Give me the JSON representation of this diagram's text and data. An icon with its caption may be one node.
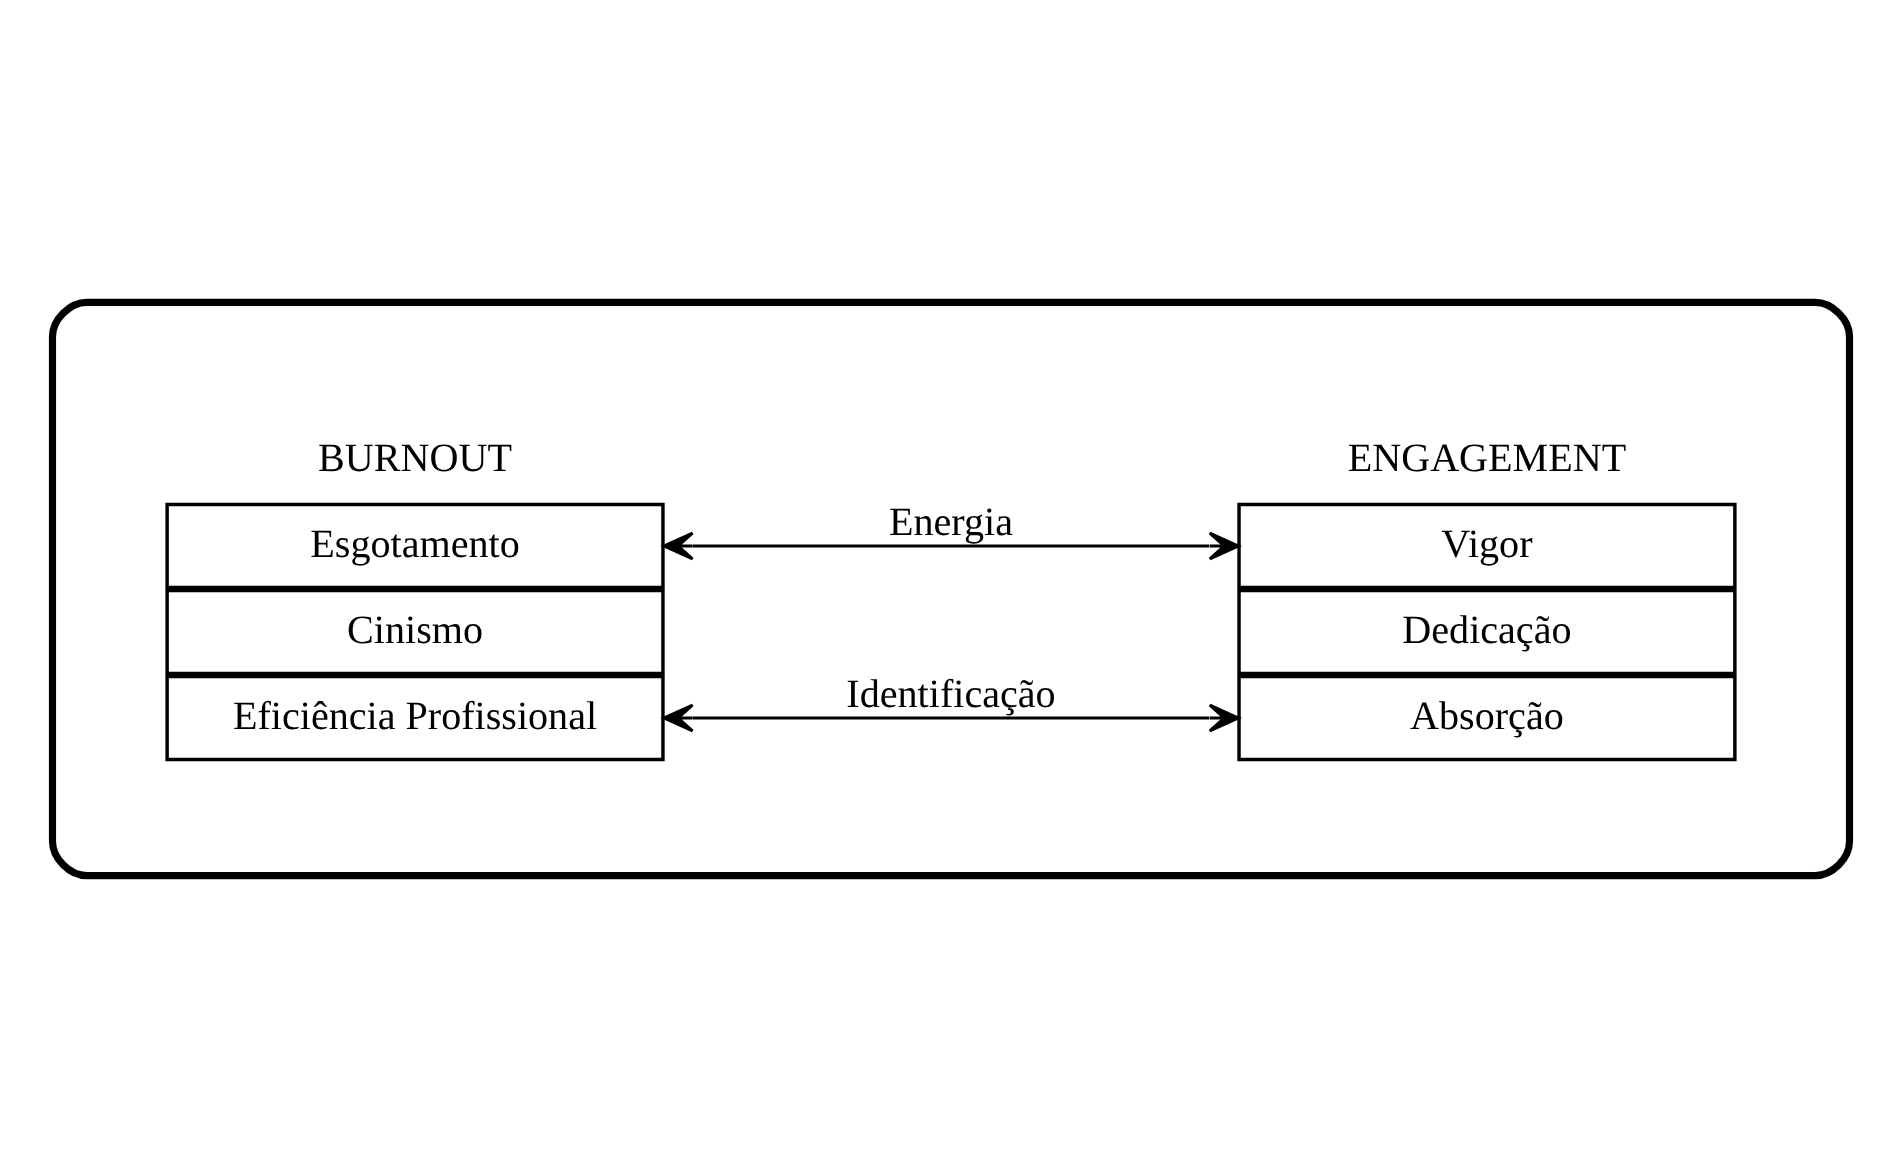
{
  "diagram": {
    "nodes": [
      {
        "text": [],
        "shape": "ellipse"
      },
      {
        "text": [
          "Esgotamento"
        ],
        "in": 0
      },
      {
        "text": [
          "Cinismo"
        ],
        "in": 0
      },
      {
        "text": [
          "Eficiência Profissional"
        ],
        "in": 0
      },
      {
        "text": [
          "Vigor"
        ],
        "in": 0
      },
      {
        "text": [
          "Dedicação"
        ],
        "in": 0
      },
      {
        "text": [
          "Absorção"
        ],
        "in": 0
      }
    ],
    "edges": [
      {
        "from": 1,
        "to": 4,
        "arrow": "both",
        "label": "Energia"
      },
      {
        "from": 3,
        "to": 6,
        "arrow": "both",
        "label": "Identificação"
      }
    ],
    "labels": [
      "BURNOUT",
      "ENGAGEMENT"
    ]
  }
}
